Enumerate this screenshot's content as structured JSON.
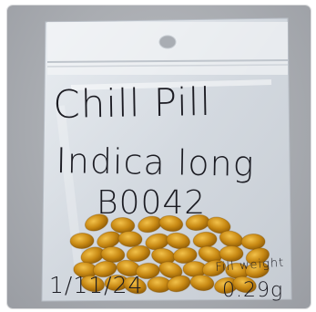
{
  "label": {
    "line1": "Chill Pill",
    "line2": "Indica long",
    "line3": "B0042",
    "date": "1/11/24",
    "weight_label": "Fill weight",
    "weight_value": "0.29g"
  },
  "colors": {
    "background": "#aaadb2",
    "bag": "#dde3ea",
    "softgel": "#c78a12",
    "ink": "#17171c"
  }
}
